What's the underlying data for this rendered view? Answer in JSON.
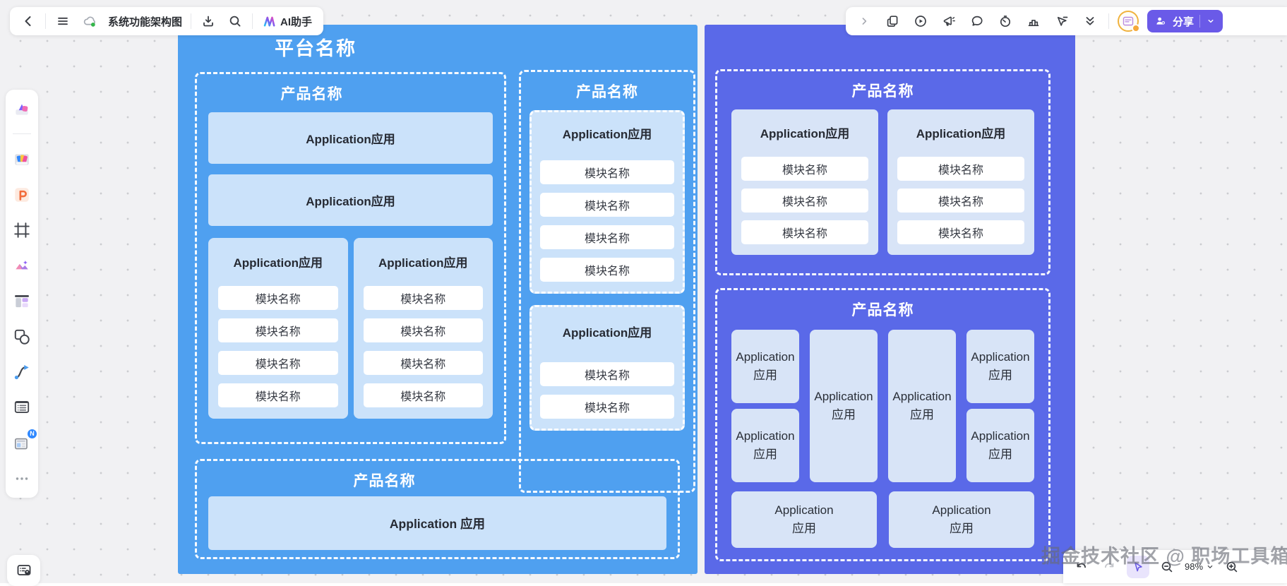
{
  "topbar_left": {
    "icons": [
      "back-icon",
      "menu-icon",
      "cloud-sync-icon",
      "download-icon",
      "search-icon",
      "ai-logo-icon"
    ],
    "doc_title": "系统功能架构图",
    "ai_assistant_label": "AI助手"
  },
  "topbar_right": {
    "icons": [
      "collapse-icon",
      "copy-icon",
      "play-icon",
      "megaphone-icon",
      "comment-icon",
      "timer-icon",
      "chart-icon",
      "laser-pointer-icon",
      "double-chevron-down-icon",
      "avatar",
      "share-button"
    ],
    "share_label": "分享"
  },
  "sidebar": {
    "icons": [
      "shapes-colorful-icon",
      "image-colorful-icon",
      "processon-p-icon",
      "frame-icon",
      "image-sparkle-icon",
      "layout-panels-icon",
      "shapes-outline-icon",
      "connector-curve-icon",
      "list-card-icon",
      "template-n-badge-icon",
      "more-dots-icon"
    ],
    "bottom_icon": "map-legend-icon"
  },
  "diagram": {
    "platform_blue": {
      "title": "平台名称",
      "product_1": {
        "title": "产品名称",
        "full_apps": [
          "Application应用",
          "Application应用"
        ],
        "app_groups": [
          {
            "title": "Application应用",
            "modules": [
              "模块名称",
              "模块名称",
              "模块名称",
              "模块名称"
            ]
          },
          {
            "title": "Application应用",
            "modules": [
              "模块名称",
              "模块名称",
              "模块名称",
              "模块名称"
            ]
          }
        ]
      },
      "product_2": {
        "title": "产品名称",
        "app_groups": [
          {
            "title": "Application应用",
            "modules": [
              "模块名称",
              "模块名称",
              "模块名称",
              "模块名称"
            ]
          },
          {
            "title": "Application应用",
            "modules": [
              "模块名称",
              "模块名称"
            ]
          }
        ]
      },
      "product_3": {
        "title": "产品名称",
        "app_label": "Application 应用"
      }
    },
    "platform_purple": {
      "product_1": {
        "title": "产品名称",
        "app_groups": [
          {
            "title": "Application应用",
            "modules": [
              "模块名称",
              "模块名称",
              "模块名称"
            ]
          },
          {
            "title": "Application应用",
            "modules": [
              "模块名称",
              "模块名称",
              "模块名称"
            ]
          }
        ]
      },
      "product_2": {
        "title": "产品名称",
        "grid_cells": [
          "Application\n应用",
          "Application\n应用",
          "Application\n应用",
          "Application\n应用",
          "Application\n应用",
          "Application\n应用"
        ],
        "bottom_cells": [
          "Application\n应用",
          "Application\n应用"
        ]
      }
    }
  },
  "bottom_bar": {
    "icons": [
      "undo-icon",
      "redo-icon",
      "pointer-tool-icon",
      "zoom-out-icon",
      "zoom-in-icon",
      "chevron-down-icon"
    ],
    "zoom_level": "98%"
  },
  "watermark": "掘金技术社区 @ 职场工具箱",
  "colors": {
    "blue_panel": "#4FA0F0",
    "purple_panel": "#5A69E8",
    "light_box_on_blue": "#CBE2FA",
    "light_box_on_purple": "#D8E4F7",
    "module_box": "#FFFFFF",
    "share_button": "#6A5AE8",
    "pointer_tool_bg": "#E9E4FC",
    "avatar_ring": "#F0B23E",
    "canvas_bg": "#F1F1F3"
  }
}
